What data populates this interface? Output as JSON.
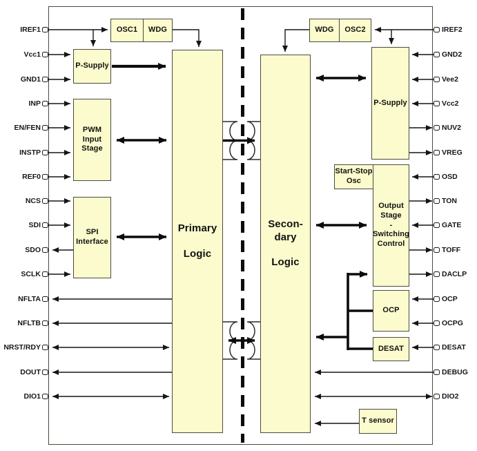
{
  "diagram": {
    "pins": {
      "left": [
        "IREF1",
        "Vcc1",
        "GND1",
        "INP",
        "EN/FEN",
        "INSTP",
        "REF0",
        "NCS",
        "SDI",
        "SDO",
        "SCLK",
        "NFLTA",
        "NFLTB",
        "NRST/RDY",
        "DOUT",
        "DIO1"
      ],
      "right": [
        "IREF2",
        "GND2",
        "Vee2",
        "Vcc2",
        "NUV2",
        "VREG",
        "OSD",
        "TON",
        "GATE",
        "TOFF",
        "DACLP",
        "OCP",
        "OCPG",
        "DESAT",
        "DEBUG",
        "DIO2"
      ]
    },
    "blocks": {
      "osc1": "OSC1",
      "wdg_left": "WDG",
      "wdg_right": "WDG",
      "osc2": "OSC2",
      "p_supply_left": "P-Supply",
      "p_supply_right": "P-Supply",
      "pwm_input_stage": "PWM\nInput\nStage",
      "spi_interface": "SPI\nInterface",
      "primary_logic": "Primary\n\nLogic",
      "secondary_logic": "Secon-\ndary\n\nLogic",
      "start_stop_osc": "Start-Stop\nOsc",
      "output_stage": "Output\nStage\n-\nSwitching\nControl",
      "ocp": "OCP",
      "desat": "DESAT",
      "t_sensor": "T sensor"
    },
    "colors": {
      "block_fill": "#FBFBCD",
      "block_border": "#4A4A40",
      "line": "#151515",
      "background": "#FFFFFF"
    }
  }
}
